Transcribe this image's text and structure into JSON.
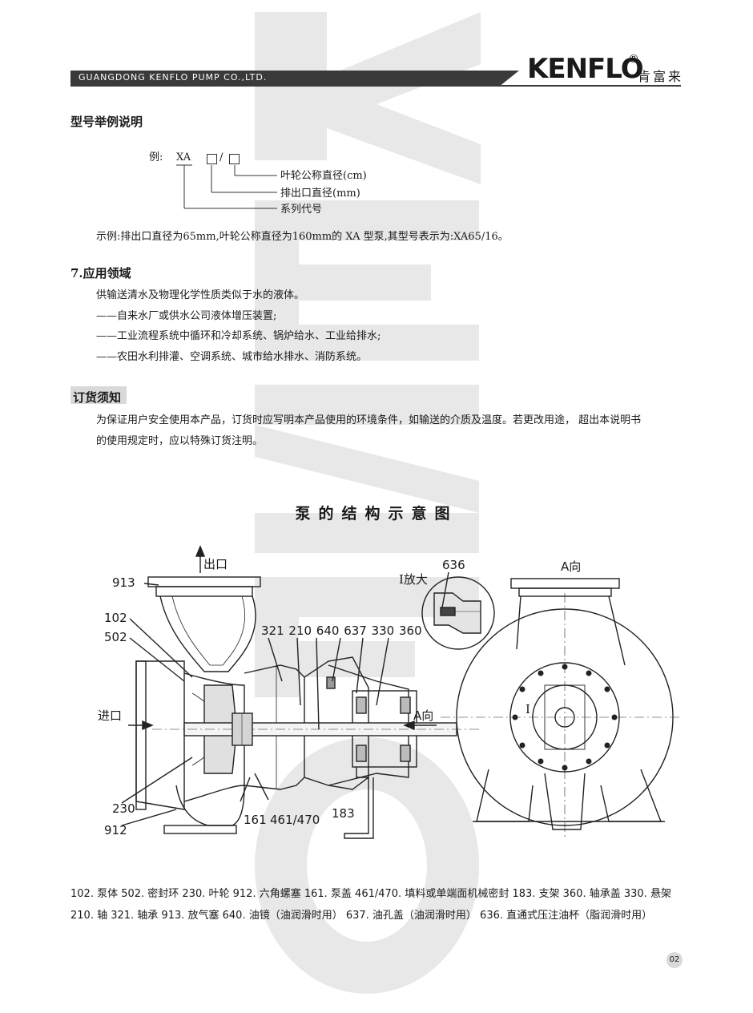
{
  "header": {
    "company": "GUANGDONG KENFLO PUMP CO.,LTD.",
    "brand": "KENFLO",
    "brand_reg": "®",
    "brand_cn": "肯富来"
  },
  "model_section": {
    "heading": "型号举例说明",
    "example_prefix": "例:",
    "model_code": "XA",
    "slash": "/",
    "label_impeller": "叶轮公称直径(cm)",
    "label_outlet": "排出口直径(mm)",
    "label_series": "系列代号",
    "example_text": "示例:排出口直径为65mm,叶轮公称直径为160mm的 XA 型泵,其型号表示为:XA65/16。"
  },
  "application": {
    "heading": "7.应用领域",
    "lines": [
      "供输送清水及物理化学性质类似于水的液体。",
      "——自来水厂或供水公司液体增压装置;",
      "——工业流程系统中循环和冷却系统、锅炉给水、工业给排水;",
      "——农田水利排灌、空调系统、城市给水排水、消防系统。"
    ]
  },
  "order": {
    "heading": "订货须知",
    "line1": "为保证用户安全使用本产品，订货时应写明本产品使用的环境条件，如输送的介质及温度。若更改用途， 超出本说明书",
    "line2": "的使用规定时，应以特殊订货注明。"
  },
  "diagram": {
    "title": "泵的结构示意图",
    "outlet": "出口",
    "inlet": "进口",
    "a_dir": "A向",
    "a_view": "A向",
    "zoom": "I放大",
    "roman": "I",
    "part_913": "913",
    "part_102": "102",
    "part_502": "502",
    "part_230": "230",
    "part_912": "912",
    "part_161": "161",
    "part_461": "461/470",
    "part_183": "183",
    "part_636": "636",
    "top_labels": "321 210 640 637 330 360"
  },
  "legend": {
    "line1": "102. 泵体  502. 密封环  230. 叶轮  912. 六角螺塞  161. 泵盖  461/470. 填料或单端面机械密封  183. 支架  360. 轴承盖  330. 悬架",
    "line2": "210. 轴  321. 轴承  913. 放气塞  640. 油镜（油润滑时用）  637. 油孔盖（油润滑时用）  636. 直通式压注油杯（脂润滑时用）"
  },
  "page_number": "02",
  "colors": {
    "watermark": "#e6e6e6",
    "header_bar": "#3a3a3a",
    "heading_bg": "#d9d9d9"
  }
}
